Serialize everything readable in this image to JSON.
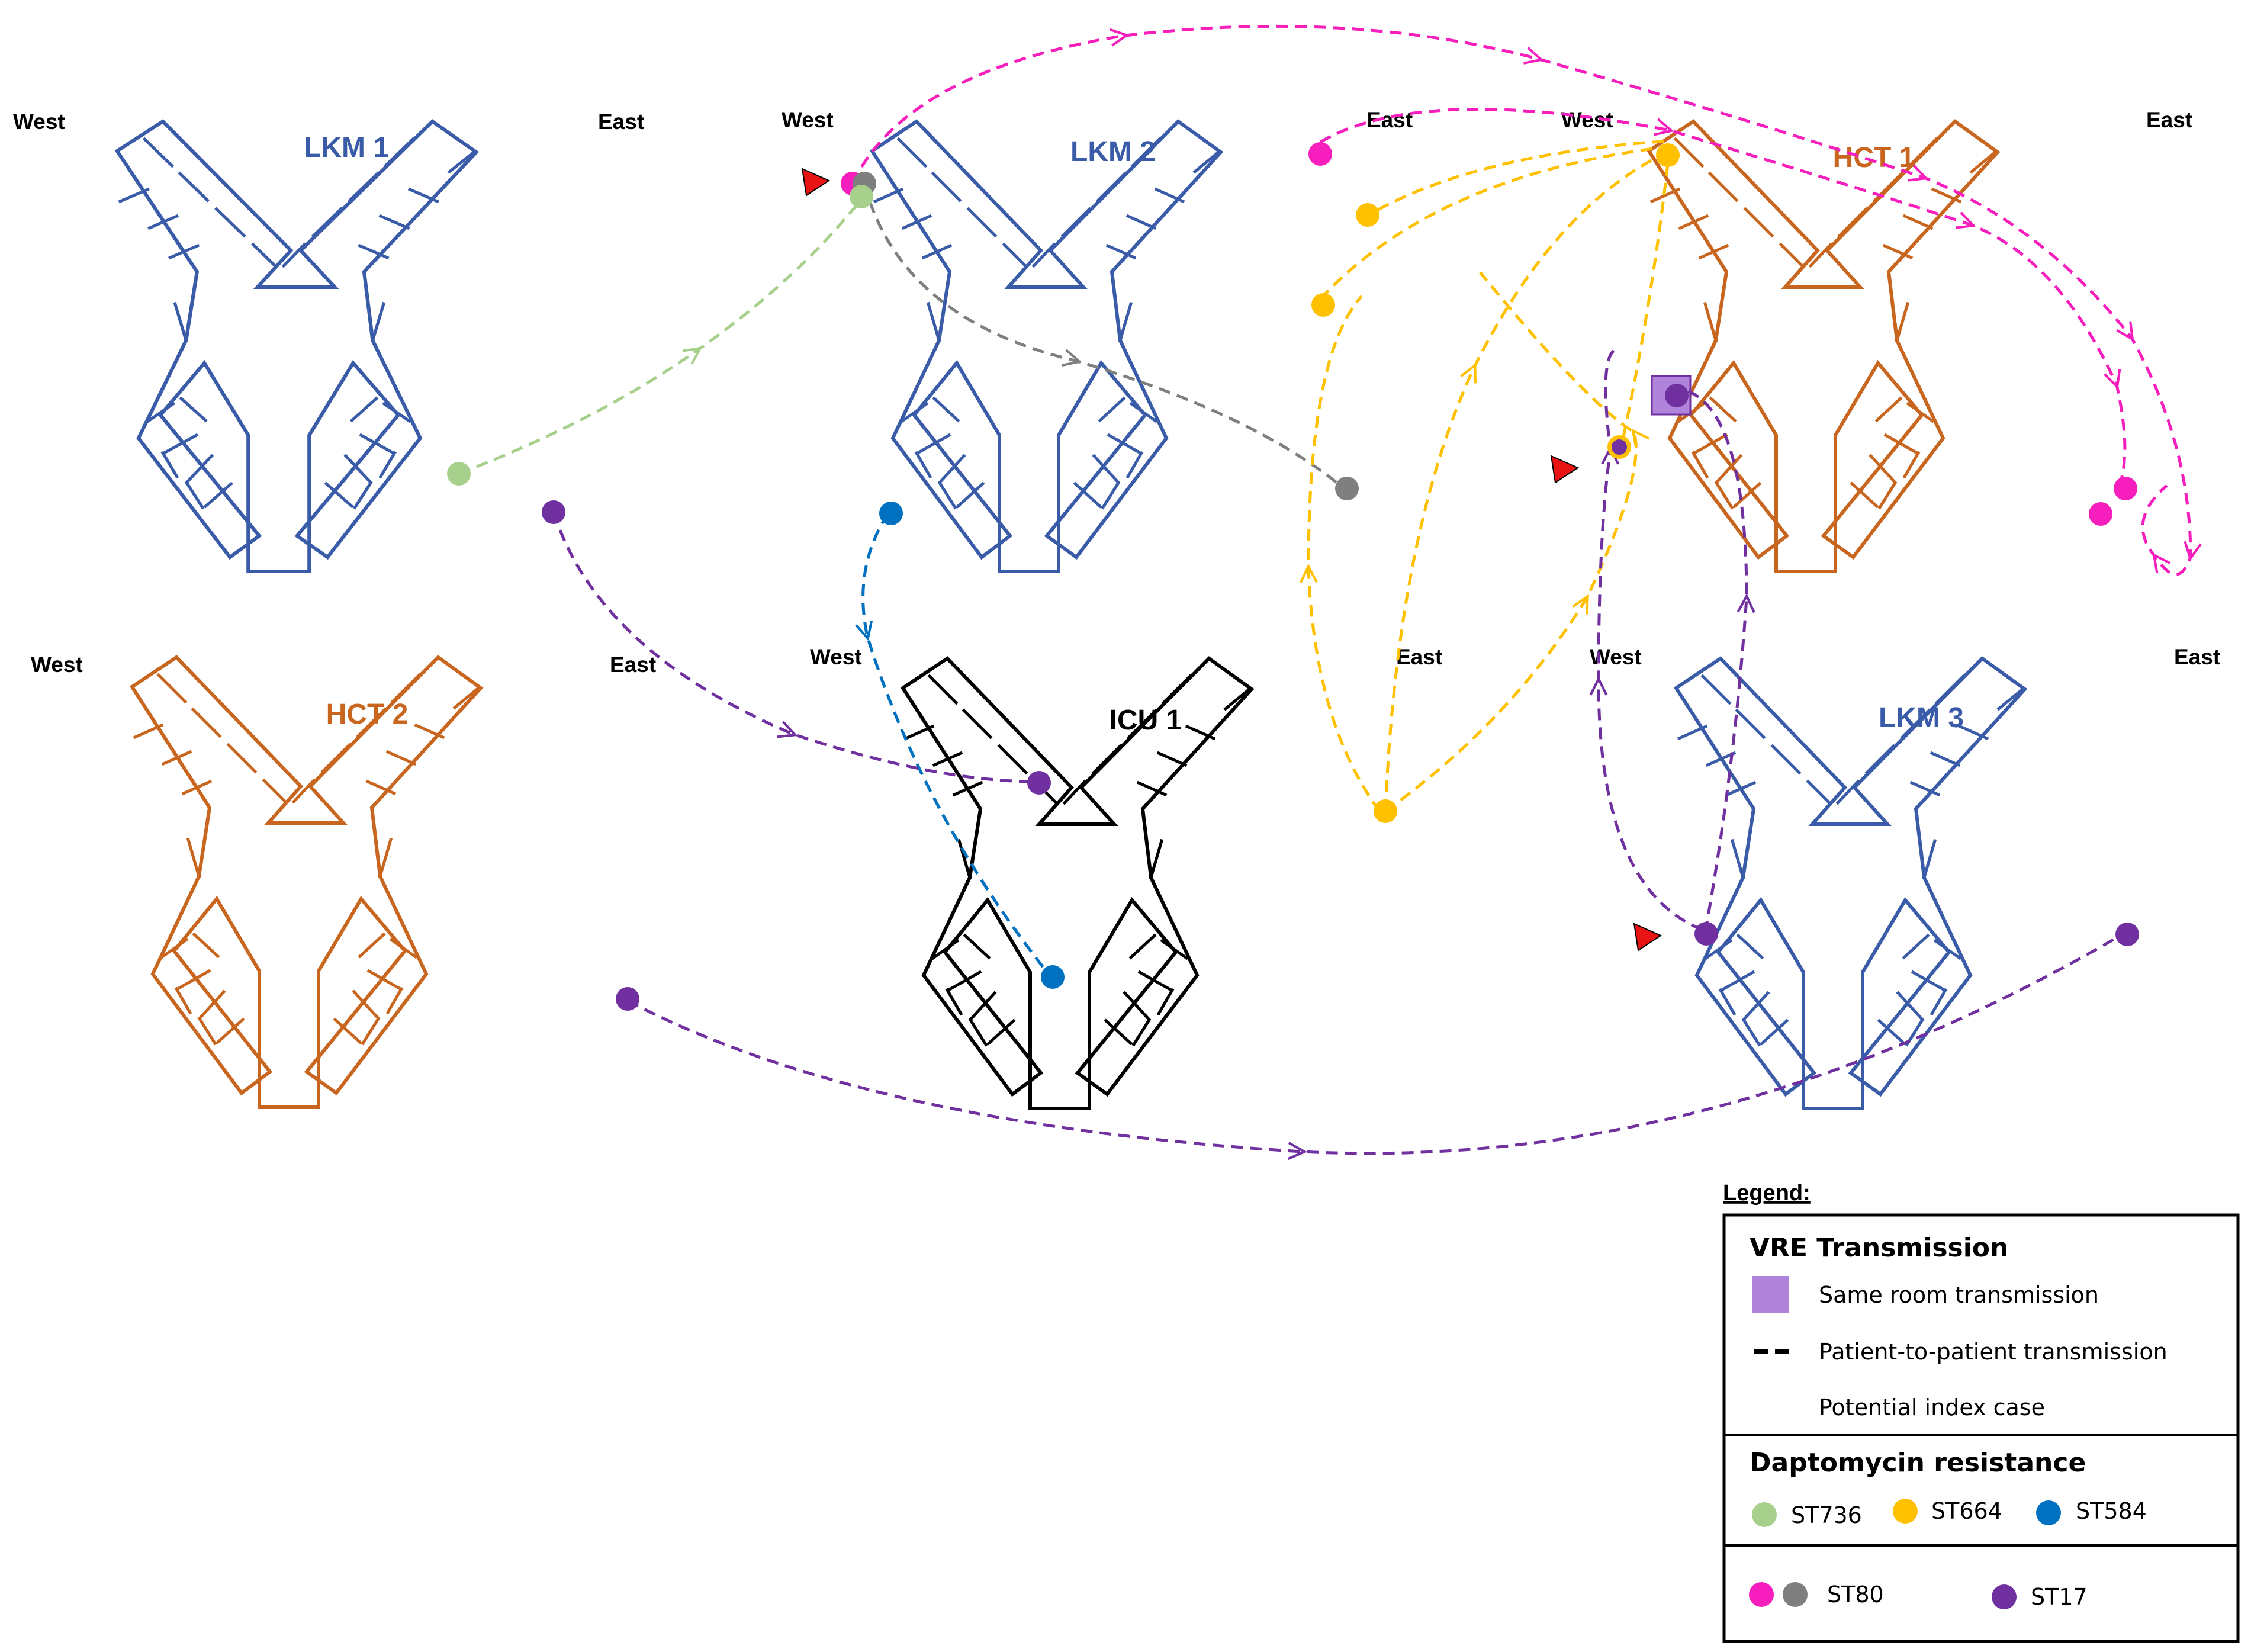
{
  "colors": {
    "blue_ward": "#3a5ca8",
    "orange_ward": "#c8651e",
    "black_ward": "#000000",
    "st736": "#a8d08d",
    "st664": "#ffc000",
    "st584": "#0070c0",
    "st80_pink": "#f71ebe",
    "st80_gray": "#7f7f7f",
    "st17": "#7030a0",
    "same_room": "#b184dc",
    "index_case": "#e81414"
  },
  "wards": [
    {
      "id": "lkm1",
      "title": "LKM 1",
      "west": "West",
      "east": "East",
      "color": "blue"
    },
    {
      "id": "lkm2",
      "title": "LKM 2",
      "west": "West",
      "east": "East",
      "color": "blue"
    },
    {
      "id": "hct1",
      "title": "HCT 1",
      "west": "West",
      "east": "East",
      "color": "orange"
    },
    {
      "id": "hct2",
      "title": "HCT 2",
      "west": "West",
      "east": "East",
      "color": "orange"
    },
    {
      "id": "icu1",
      "title": "ICU 1",
      "west": "West",
      "east": "East",
      "color": "black"
    },
    {
      "id": "lkm3",
      "title": "LKM 3",
      "west": "West",
      "east": "East",
      "color": "blue"
    }
  ],
  "legend": {
    "caption": "Legend:",
    "section1": {
      "title": "VRE Transmission",
      "same_room": "Same room transmission",
      "patient_to_patient": "Patient-to-patient transmission",
      "index_case": "Potential index case"
    },
    "section2": {
      "title": "Daptomycin resistance",
      "st736": "ST736",
      "st664": "ST664",
      "st584": "ST584"
    },
    "section3": {
      "st80": "ST80",
      "st17": "ST17"
    }
  }
}
